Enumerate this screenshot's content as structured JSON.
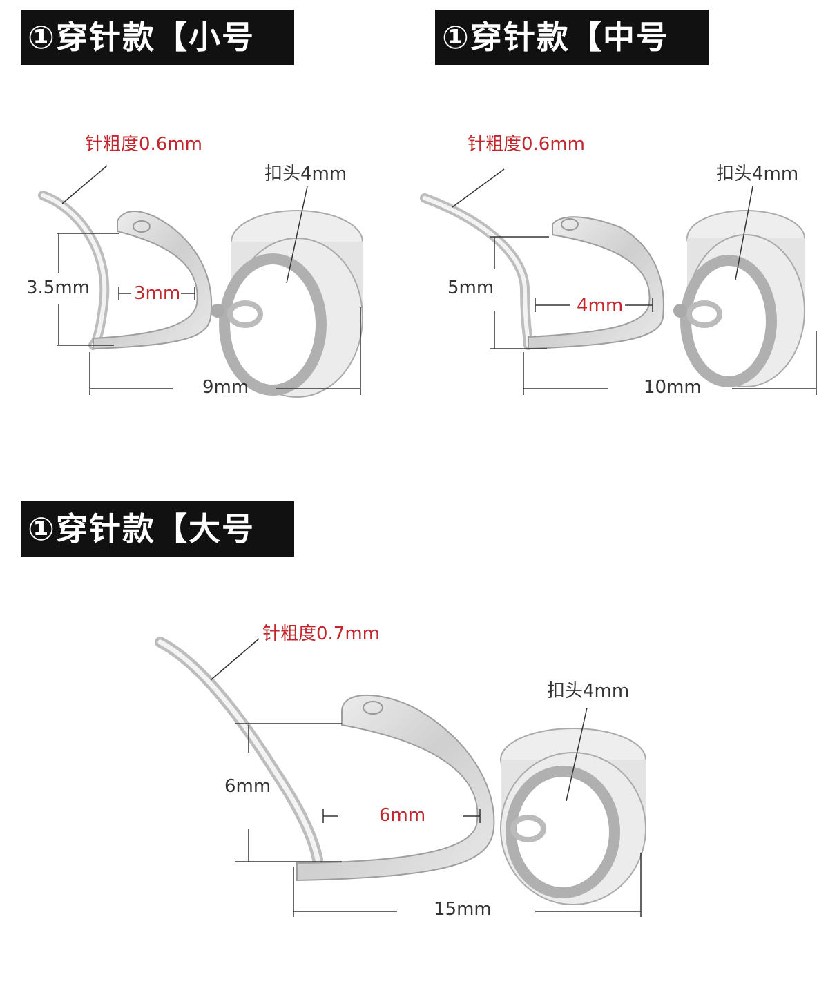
{
  "panels": [
    {
      "title": "①穿针款【小号",
      "needle": "针粗度0.6mm",
      "clasp": "扣头4mm",
      "height": "3.5mm",
      "inner": "3mm",
      "width": "9mm"
    },
    {
      "title": "①穿针款【中号",
      "needle": "针粗度0.6mm",
      "clasp": "扣头4mm",
      "height": "5mm",
      "inner": "4mm",
      "width": "10mm"
    },
    {
      "title": "①穿针款【大号",
      "needle": "针粗度0.7mm",
      "clasp": "扣头4mm",
      "height": "6mm",
      "inner": "6mm",
      "width": "15mm"
    }
  ],
  "colors": {
    "title_bg": "#111111",
    "dimension_red": "#c1272d",
    "metal": "#d9d9d9"
  }
}
